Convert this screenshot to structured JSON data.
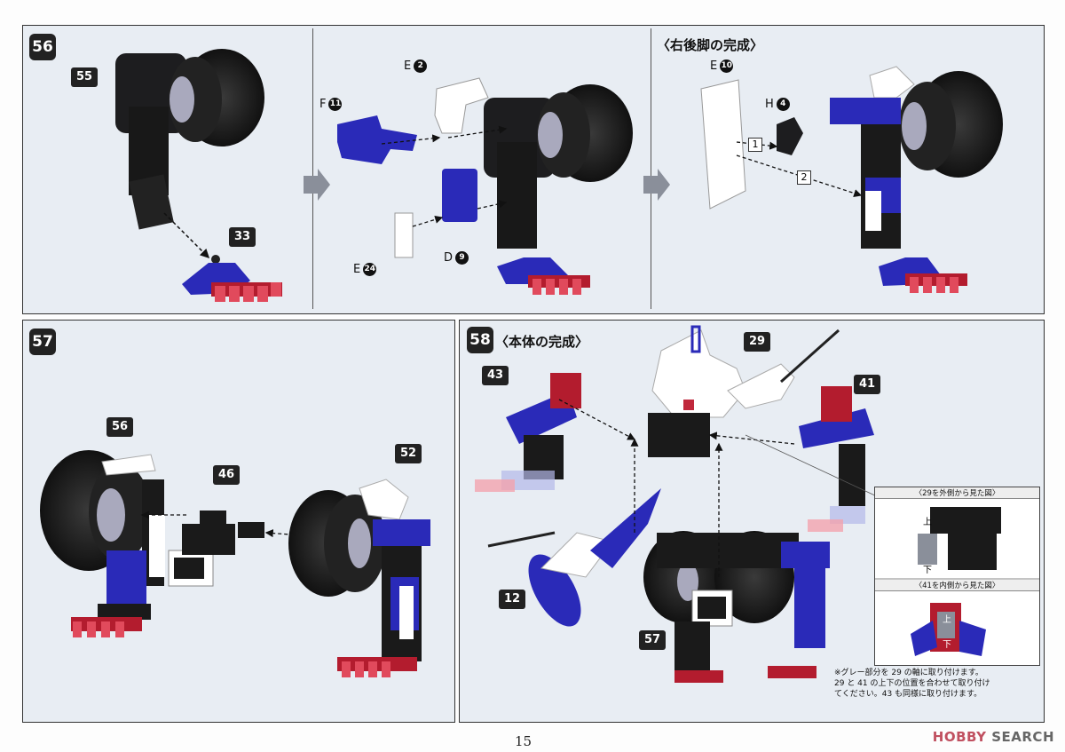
{
  "steps": {
    "s56": {
      "number": "56"
    },
    "s57": {
      "number": "57"
    },
    "s58": {
      "number": "58",
      "title": "〈本体の完成〉"
    },
    "rear_leg": {
      "title": "〈右後脚の完成〉"
    }
  },
  "tags": {
    "t55": "55",
    "t33": "33",
    "t56": "56",
    "t46": "46",
    "t52": "52",
    "t43": "43",
    "t29": "29",
    "t41": "41",
    "t12": "12",
    "t57": "57"
  },
  "part_labels": {
    "e2": {
      "letter": "E",
      "num": "2"
    },
    "f11": {
      "letter": "F",
      "num": "11"
    },
    "e24": {
      "letter": "E",
      "num": "24"
    },
    "d9": {
      "letter": "D",
      "num": "9"
    },
    "e10": {
      "letter": "E",
      "num": "10"
    },
    "h4": {
      "letter": "H",
      "num": "4"
    }
  },
  "order_markers": {
    "first": "1",
    "second": "2"
  },
  "inset": {
    "top_header": "〈29を外側から見た図〉",
    "top_up": "上",
    "top_down": "下",
    "bottom_header": "〈41を内側から見た図〉",
    "bottom_up": "上",
    "bottom_down": "下"
  },
  "note": {
    "line1": "※グレー部分を 29 の軸に取り付けます。",
    "line2": "29 と 41 の上下の位置を合わせて取り付け",
    "line3": "てください。43 も同様に取り付けます。"
  },
  "page_number": "15",
  "watermark": {
    "brand": "HOBBY",
    "suffix": " SEARCH"
  },
  "colors": {
    "frame_bg": "#e8edf3",
    "blue": "#2a2ab8",
    "red": "#d0283c",
    "black": "#1a1a1a",
    "white": "#ffffff",
    "grey": "#8a8f9a"
  }
}
